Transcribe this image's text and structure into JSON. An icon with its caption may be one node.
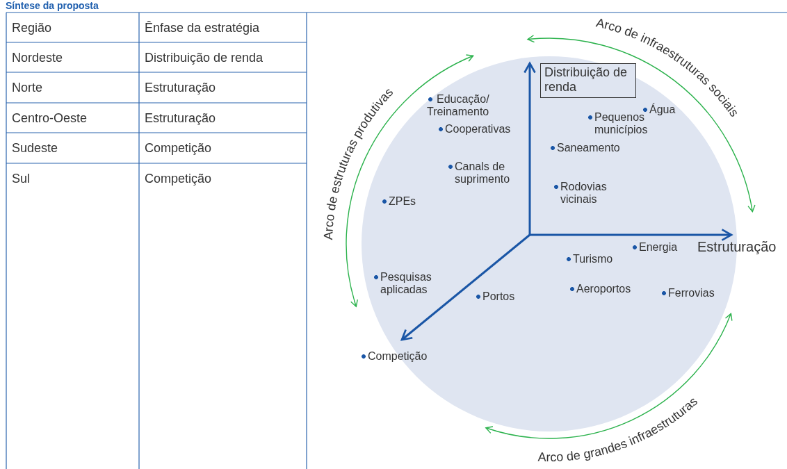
{
  "diagram": {
    "title": "Síntese da proposta",
    "nodes": [
      {
        "text": [
          "Distribuição de renda"
        ]
      }
    ],
    "labels": [
      "Região",
      "Ênfase da estratégia",
      "Nordeste",
      "Distribuição de renda",
      "Norte",
      "Estruturação",
      "Centro-Oeste",
      "Estruturação",
      "Sudeste",
      "Competição",
      "Sul",
      "Competição",
      "Arco de infraestruturas sociais",
      "Arco de estruturas produtivas",
      "Educação/ Treinamento",
      "Água",
      "Pequenos municípios",
      "Cooperativas",
      "Saneamento",
      "Canals de suprimento",
      "Rodovias vicinais",
      "ZPEs",
      "Energia",
      "Estruturação",
      "Turismo",
      "Pesquisas aplicadas",
      "Aeroportos",
      "Ferrovias",
      "Portos",
      "Competição",
      "Arco de grandes infraestruturas"
    ]
  }
}
